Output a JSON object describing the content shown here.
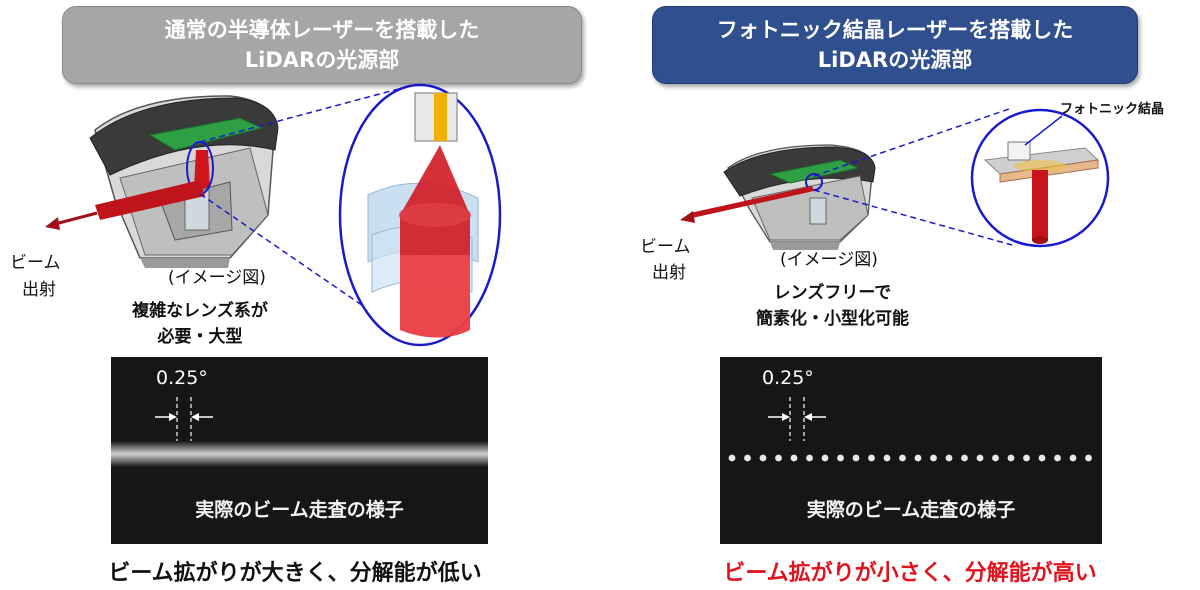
{
  "left": {
    "header_line1": "通常の半導体レーザーを搭載した",
    "header_line2": "LiDARの光源部",
    "beam_out_line1": "ビーム",
    "beam_out_line2": "出射",
    "image_note": "(イメージ図)",
    "caption_line1": "複雑なレンズ系が",
    "caption_line2": "必要・大型",
    "angle": "0.25°",
    "scan_label": "実際のビーム走査の様子",
    "conclusion": "ビーム拡がりが大きく、分解能が低い"
  },
  "right": {
    "header_line1": "フォトニック結晶レーザーを搭載した",
    "header_line2": "LiDARの光源部",
    "crystal_label": "フォトニック結晶",
    "beam_out_line1": "ビーム",
    "beam_out_line2": "出射",
    "image_note": "(イメージ図)",
    "caption_line1": "レンズフリーで",
    "caption_line2": "簡素化・小型化可能",
    "angle": "0.25°",
    "scan_label": "実際のビーム走査の様子",
    "conclusion": "ビーム拡がりが小さく、分解能が高い"
  },
  "colors": {
    "header_left_bg": "#a6a6a6",
    "header_right_bg": "#2f4f8e",
    "conclusion_right": "#e0141e",
    "beam_red": "#c0141c",
    "zoom_circle": "#1a1acc"
  }
}
